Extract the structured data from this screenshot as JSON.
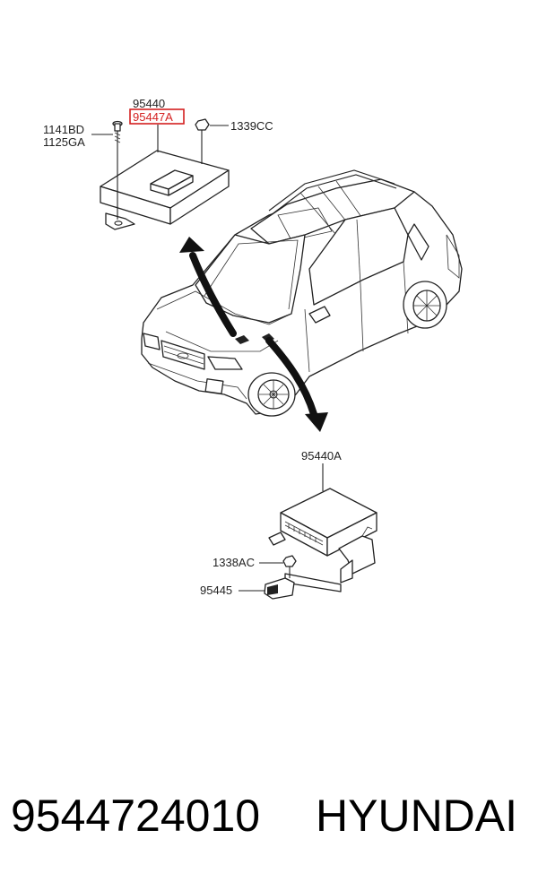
{
  "upper_module": {
    "label_main": "95440",
    "label_highlighted": "95447A",
    "bolt_label_1": "1141BD",
    "bolt_label_2": "1125GA",
    "nut_label": "1339CC"
  },
  "lower_module": {
    "label_main": "95440A",
    "nut_label": "1338AC",
    "connector_label": "95445"
  },
  "footer": {
    "part_number": "9544724010",
    "brand": "HYUNDAI"
  },
  "colors": {
    "highlight": "#d42020",
    "ink": "#222222"
  }
}
